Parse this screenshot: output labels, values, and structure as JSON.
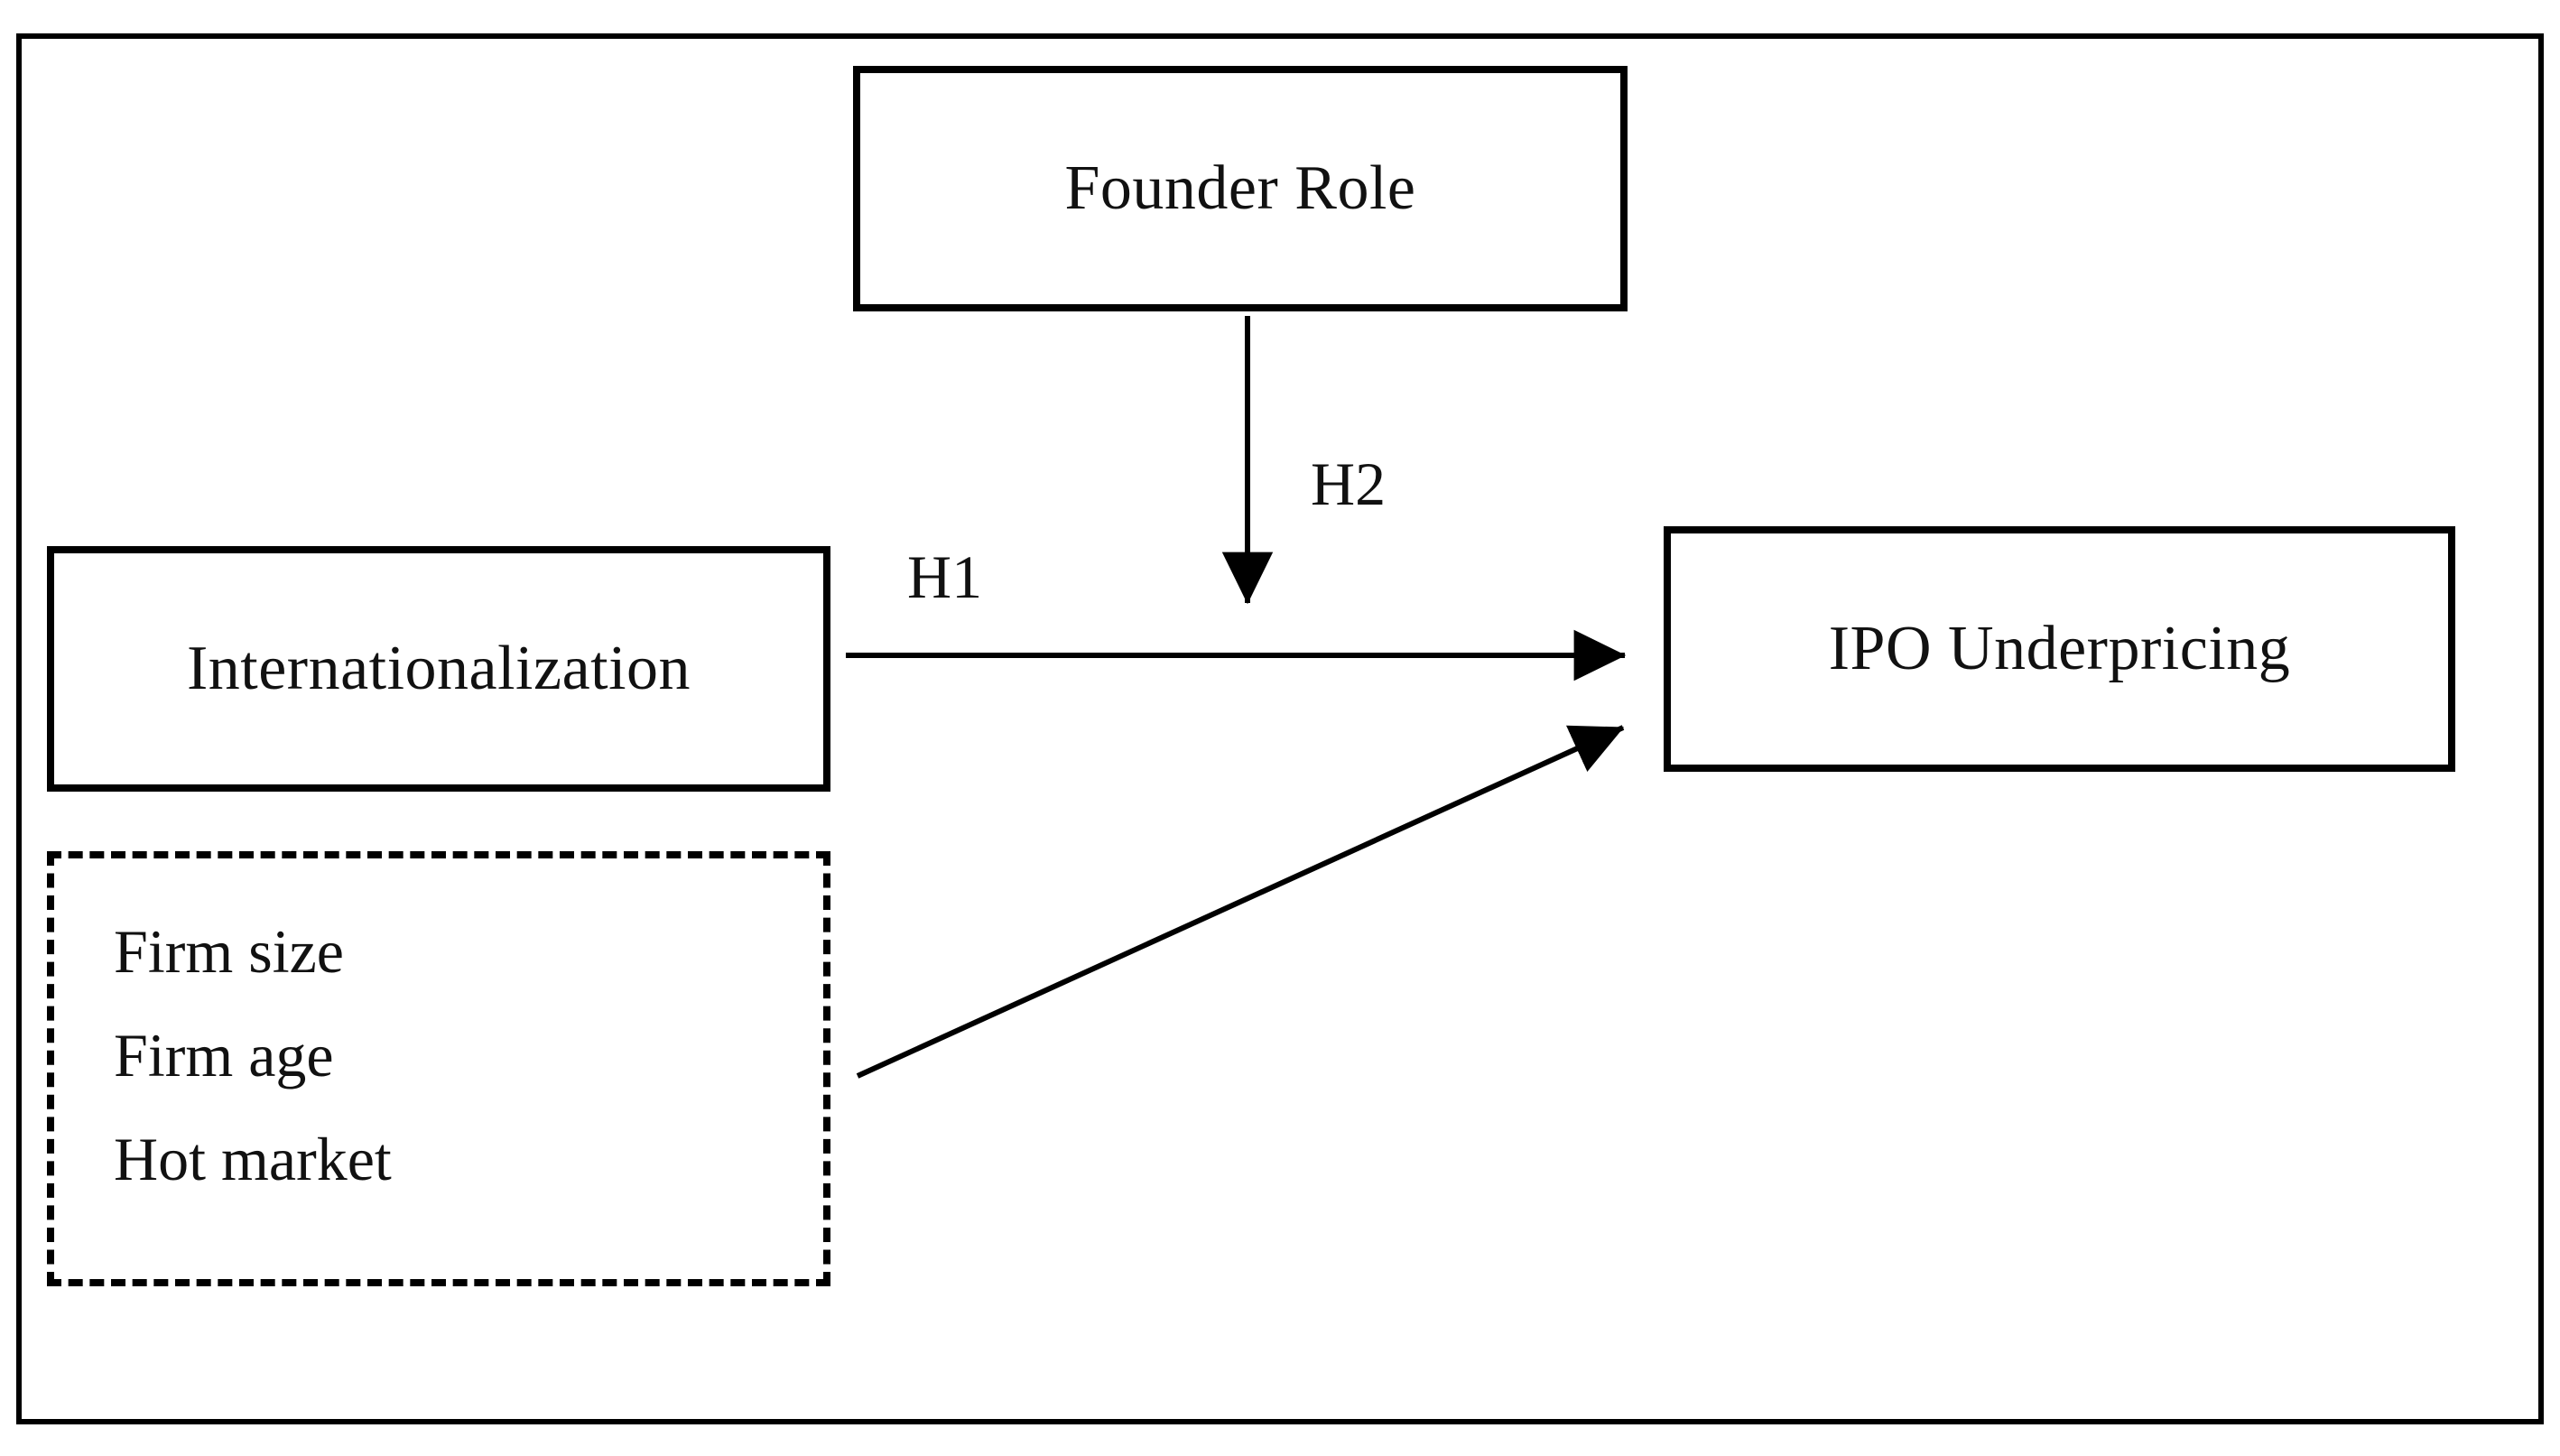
{
  "diagram": {
    "type": "conceptual-research-framework",
    "title": "",
    "background_color": "#ffffff",
    "line_color": "#000000",
    "text_color": "#111111",
    "frame": {
      "name": "outer-frame",
      "border_style": "solid"
    },
    "nodes": [
      {
        "id": "founder-role",
        "label": "Founder Role",
        "role": "moderator",
        "border_style": "solid"
      },
      {
        "id": "internationalization",
        "label": "Internationalization",
        "role": "independent-variable",
        "border_style": "solid"
      },
      {
        "id": "ipo-underpricing",
        "label": "IPO Underpricing",
        "role": "dependent-variable",
        "border_style": "solid"
      },
      {
        "id": "control-variables",
        "label": "",
        "role": "control-variables",
        "border_style": "dashed",
        "items": [
          "Firm size",
          "Firm age",
          "Hot market"
        ]
      }
    ],
    "edges": [
      {
        "id": "h1",
        "label": "H1",
        "from": "internationalization",
        "to": "ipo-underpricing",
        "style": "solid",
        "arrowhead": "filled-triangle",
        "direction": "horizontal"
      },
      {
        "id": "h2",
        "label": "H2",
        "from": "founder-role",
        "to": "h1",
        "style": "solid",
        "arrowhead": "filled-triangle",
        "direction": "vertical-down",
        "relationship": "moderation"
      },
      {
        "id": "controls-effect",
        "label": "",
        "from": "control-variables",
        "to": "ipo-underpricing",
        "style": "solid",
        "arrowhead": "filled-triangle",
        "direction": "diagonal-up-right"
      }
    ]
  }
}
